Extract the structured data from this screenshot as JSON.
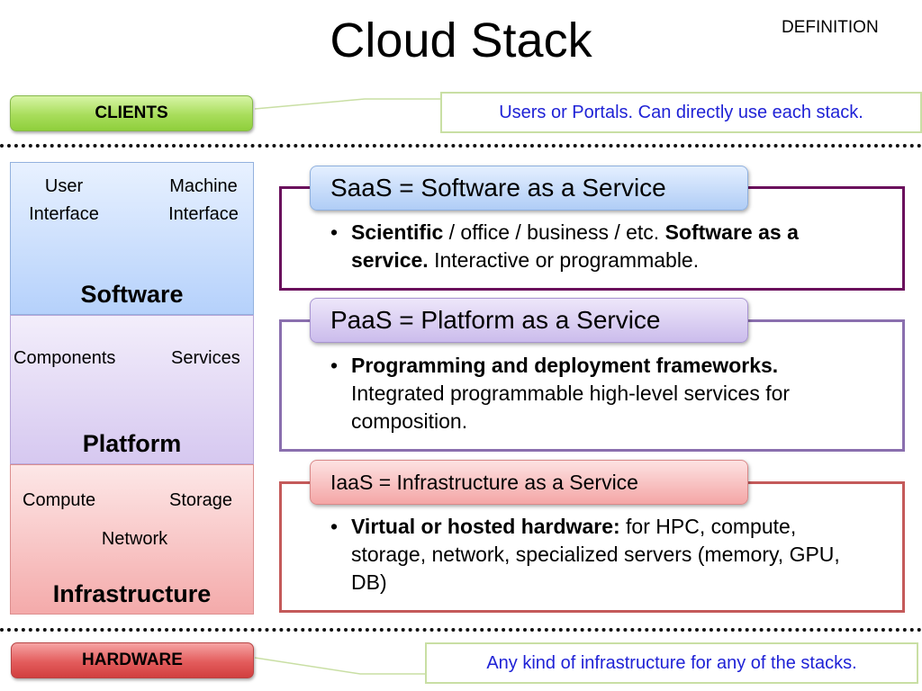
{
  "title": "Cloud Stack",
  "definition_label": "DEFINITION",
  "clients": {
    "label": "CLIENTS",
    "callout": "Users or Portals. Can directly use each stack."
  },
  "hardware": {
    "label": "HARDWARE",
    "callout": "Any kind of infrastructure for any of the stacks."
  },
  "stack": {
    "software": {
      "left_line1": "User",
      "left_line2": "Interface",
      "right_line1": "Machine",
      "right_line2": "Interface",
      "name": "Software"
    },
    "platform": {
      "left": "Components",
      "right": "Services",
      "name": "Platform"
    },
    "infrastructure": {
      "left": "Compute",
      "right": "Storage",
      "center": "Network",
      "name": "Infrastructure"
    }
  },
  "definitions": {
    "saas": {
      "header": "SaaS = Software as a Service",
      "b1": "Scientific",
      "t1": " / office / business / etc. ",
      "b2": "Software as a service.",
      "t2": " Interactive or programmable."
    },
    "paas": {
      "header": "PaaS = Platform as a Service",
      "b1": "Programming and deployment frameworks.",
      "t1": " Integrated programmable high-level services for composition."
    },
    "iaas": {
      "header": "IaaS = Infrastructure as a Service",
      "b1": "Virtual or hosted hardware:",
      "t1": " for HPC, compute, storage, network, specialized servers (memory, GPU, DB)"
    }
  },
  "bullet_char": "•",
  "colors": {
    "callout_text": "#1f22d6",
    "clients_green": "#a8dd5b",
    "hardware_red": "#e35c5c",
    "saas_border": "#6a0f5c",
    "paas_border": "#8a6fae",
    "iaas_border": "#c45a5a"
  }
}
